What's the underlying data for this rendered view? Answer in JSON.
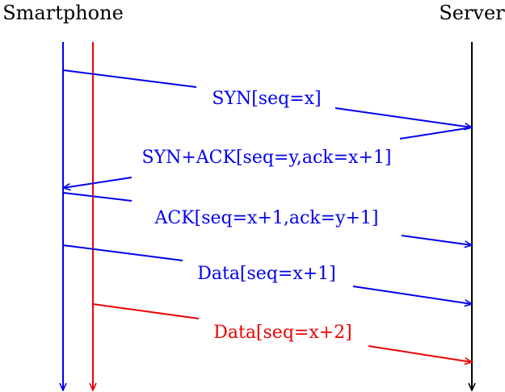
{
  "actors": {
    "smartphone": {
      "label": "Smartphone"
    },
    "server": {
      "label": "Server"
    }
  },
  "messages": [
    {
      "label": "SYN[seq=x]",
      "from": "smartphone",
      "to": "server"
    },
    {
      "label": "SYN+ACK[seq=y,ack=x+1]",
      "from": "server",
      "to": "smartphone"
    },
    {
      "label": "ACK[seq=x+1,ack=y+1]",
      "from": "smartphone",
      "to": "server"
    },
    {
      "label": "Data[seq=x+1]",
      "from": "smartphone",
      "to": "server"
    },
    {
      "label": "Data[seq=x+2]",
      "from": "smartphone",
      "to": "server"
    }
  ],
  "colors": {
    "blue": "#0000ee",
    "red": "#ee0000",
    "black": "#000000"
  }
}
